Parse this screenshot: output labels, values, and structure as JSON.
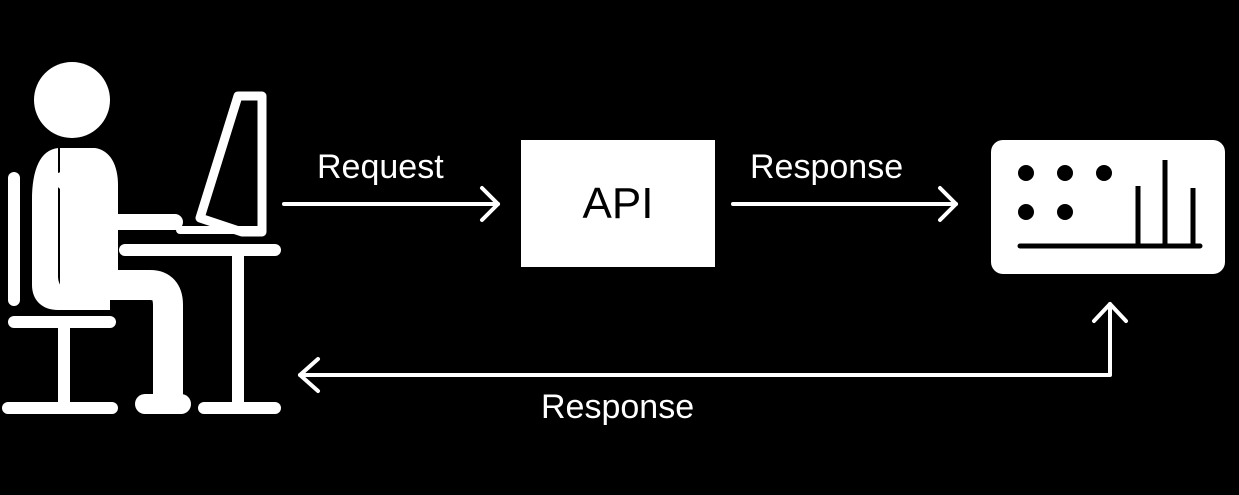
{
  "diagram": {
    "request_label": "Request",
    "api_label": "API",
    "response_label_top": "Response",
    "response_label_bottom": "Response"
  },
  "colors": {
    "background": "#000000",
    "foreground": "#ffffff"
  },
  "icons": {
    "user": "person-at-computer-icon",
    "dashboard": "dashboard-icon"
  }
}
